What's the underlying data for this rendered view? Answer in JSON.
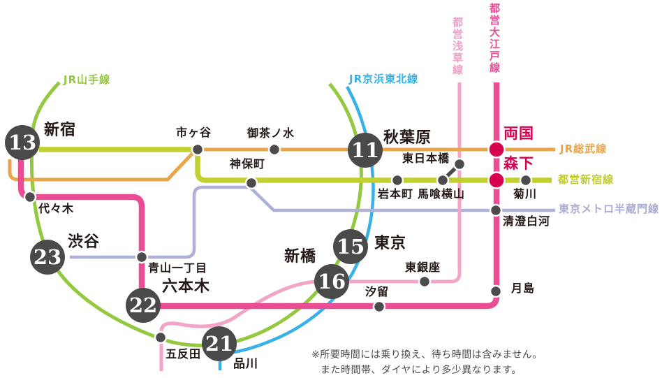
{
  "diagram": {
    "type": "railway-route-map",
    "lines": {
      "yamanote": {
        "name": "JR山手線",
        "color": "#94c840"
      },
      "keihin_tohoku": {
        "name": "JR京浜東北線",
        "color": "#38b1e6"
      },
      "sobu": {
        "name": "JR総武線",
        "color": "#e7a64b"
      },
      "toei_shinjuku": {
        "name": "都営新宿線",
        "color": "#c2d02f"
      },
      "toei_asakusa": {
        "name": "都営浅草線",
        "color": "#f3a5c8"
      },
      "toei_oedo": {
        "name": "都営大江戸線",
        "color": "#ea4d94"
      },
      "hanzomon": {
        "name": "東京メトロ半蔵門線",
        "color": "#aeb0d7"
      }
    },
    "stations": {
      "shinjuku": "新宿",
      "ichigaya": "市ヶ谷",
      "ochanomizu": "御茶ノ水",
      "jimbocho": "神保町",
      "akihabara": "秋葉原",
      "higashi_nihombashi": "東日本橋",
      "iwamotocho": "岩本町",
      "bakuro_yokoyama": "馬喰横山",
      "ryogoku": "両国",
      "morishita": "森下",
      "kikukawa": "菊川",
      "kiyosumi_shirakawa": "清澄白河",
      "yoyogi": "代々木",
      "shibuya": "渋谷",
      "aoyama_itchome": "青山一丁目",
      "roppongi": "六本木",
      "shimbashi": "新橋",
      "tokyo": "東京",
      "higashi_ginza": "東銀座",
      "shiodome": "汐留",
      "tsukishima": "月島",
      "gotanda": "五反田",
      "shinagawa": "品川"
    },
    "time_badges_minutes": {
      "shinjuku": "13",
      "akihabara": "11",
      "shibuya": "23",
      "tokyo": "15",
      "shimbashi": "16",
      "roppongi": "22",
      "shinagawa": "21"
    },
    "note": {
      "line1": "※所要時間には乗り換え、待ち時間は含みません。",
      "line2": "また時間帯、ダイヤにより多少異なります。"
    },
    "colors": {
      "station_dot": "#4d4b4c",
      "highlight_dot": "#d6004f",
      "highlight_text": "#d6004f",
      "badge_bg": "#4a4a4b",
      "badge_text": "#ffffff",
      "text": "#231815",
      "note_text": "#4f4b4c",
      "transfer_link": "#4d4b4c"
    }
  }
}
